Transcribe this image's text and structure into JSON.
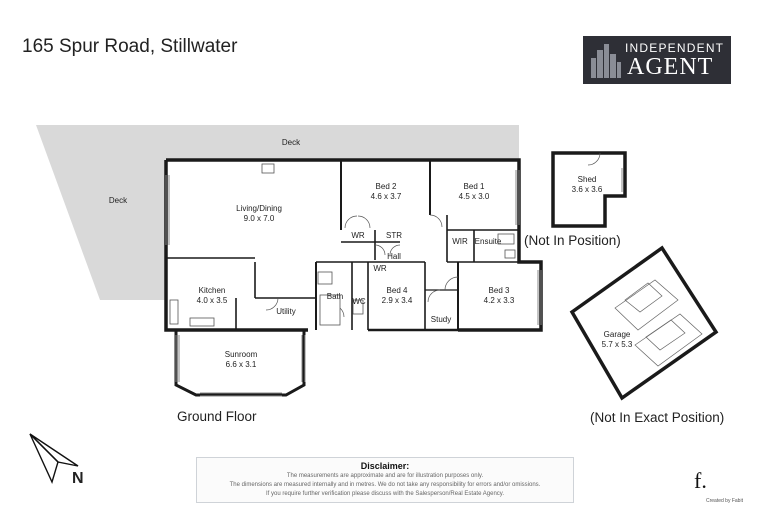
{
  "address": "165 Spur Road, Stillwater",
  "logo": {
    "line1": "INDEPENDENT",
    "line2": "AGENT"
  },
  "rooms": {
    "deck_top": "Deck",
    "deck_left": "Deck",
    "living": {
      "name": "Living/Dining",
      "size": "9.0 x 7.0"
    },
    "bed2": {
      "name": "Bed 2",
      "size": "4.6 x 3.7"
    },
    "bed1": {
      "name": "Bed 1",
      "size": "4.5 x 3.0"
    },
    "kitchen": {
      "name": "Kitchen",
      "size": "4.0 x 3.5"
    },
    "bed4": {
      "name": "Bed 4",
      "size": "2.9 x 3.4"
    },
    "bed3": {
      "name": "Bed 3",
      "size": "4.2 x 3.3"
    },
    "sunroom": {
      "name": "Sunroom",
      "size": "6.6 x 3.1"
    },
    "shed": {
      "name": "Shed",
      "size": "3.6 x 3.6"
    },
    "garage": {
      "name": "Garage",
      "size": "5.7 x 5.3"
    },
    "wr1": "WR",
    "str": "STR",
    "wir": "WIR",
    "ensuite": "Ensuite",
    "hall": "Hall",
    "wr2": "WR",
    "bath": "Bath",
    "wc": "WC",
    "utility": "Utility",
    "study": "Study"
  },
  "floor_label": "Ground Floor",
  "not_in_position": "(Not In Position)",
  "not_in_exact_position": "(Not In Exact Position)",
  "compass": "N",
  "disclaimer": {
    "title": "Disclaimer:",
    "line1": "The measurements are approximate and are for illustration purposes only.",
    "line2": "The dimensions are measured internally and in metres. We do not take any responsibility for errors and/or omissions.",
    "line3": "If you require further verification please discuss with the Salesperson/Real Estate Agency."
  },
  "credit": {
    "mark": "f.",
    "text": "Created by Fabit"
  }
}
